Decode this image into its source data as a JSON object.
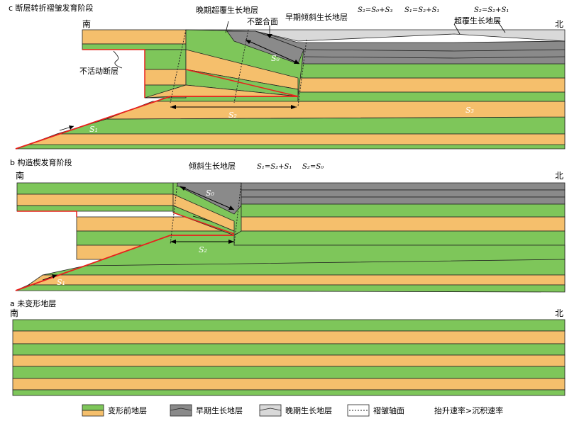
{
  "colors": {
    "green": "#7ec65a",
    "orange": "#f5bf6c",
    "dark_gray": "#8a8a8a",
    "light_gray": "#d9d9d9",
    "fault": "#e8201c",
    "line": "#222222"
  },
  "panel_c": {
    "heading": "c 断层转折褶皱发育阶段",
    "south": "南",
    "north": "北",
    "inactive_fault": "不活动断层",
    "late_overlap": "晚期超覆生长地层",
    "unconformity": "不整合面",
    "early_tilt": "早期倾斜生长地层",
    "overlap": "超覆生长地层",
    "eq1": "S₂=S₀+S₃",
    "eq2": "S₁=S₂+S₁",
    "eq3": "S₂=S₂+S₁",
    "s0": "S₀",
    "s2": "S₂",
    "s3": "S₃",
    "s1": "S₁"
  },
  "panel_b": {
    "heading": "b 构造楔发育阶段",
    "south": "南",
    "north": "北",
    "tilt": "倾斜生长地层",
    "eq1": "S₁=S₂+S₁",
    "eq2": "S₂=S₀",
    "s0": "S₀",
    "s2": "S₂",
    "s1": "S₁"
  },
  "panel_a": {
    "heading": "a 未变形地层",
    "south": "南",
    "north": "北"
  },
  "legend": {
    "item1": "变形前地层",
    "item2": "早期生长地层",
    "item3": "晚期生长地层",
    "item4": "褶皱轴面",
    "note": "抬升速率>沉积速率"
  }
}
